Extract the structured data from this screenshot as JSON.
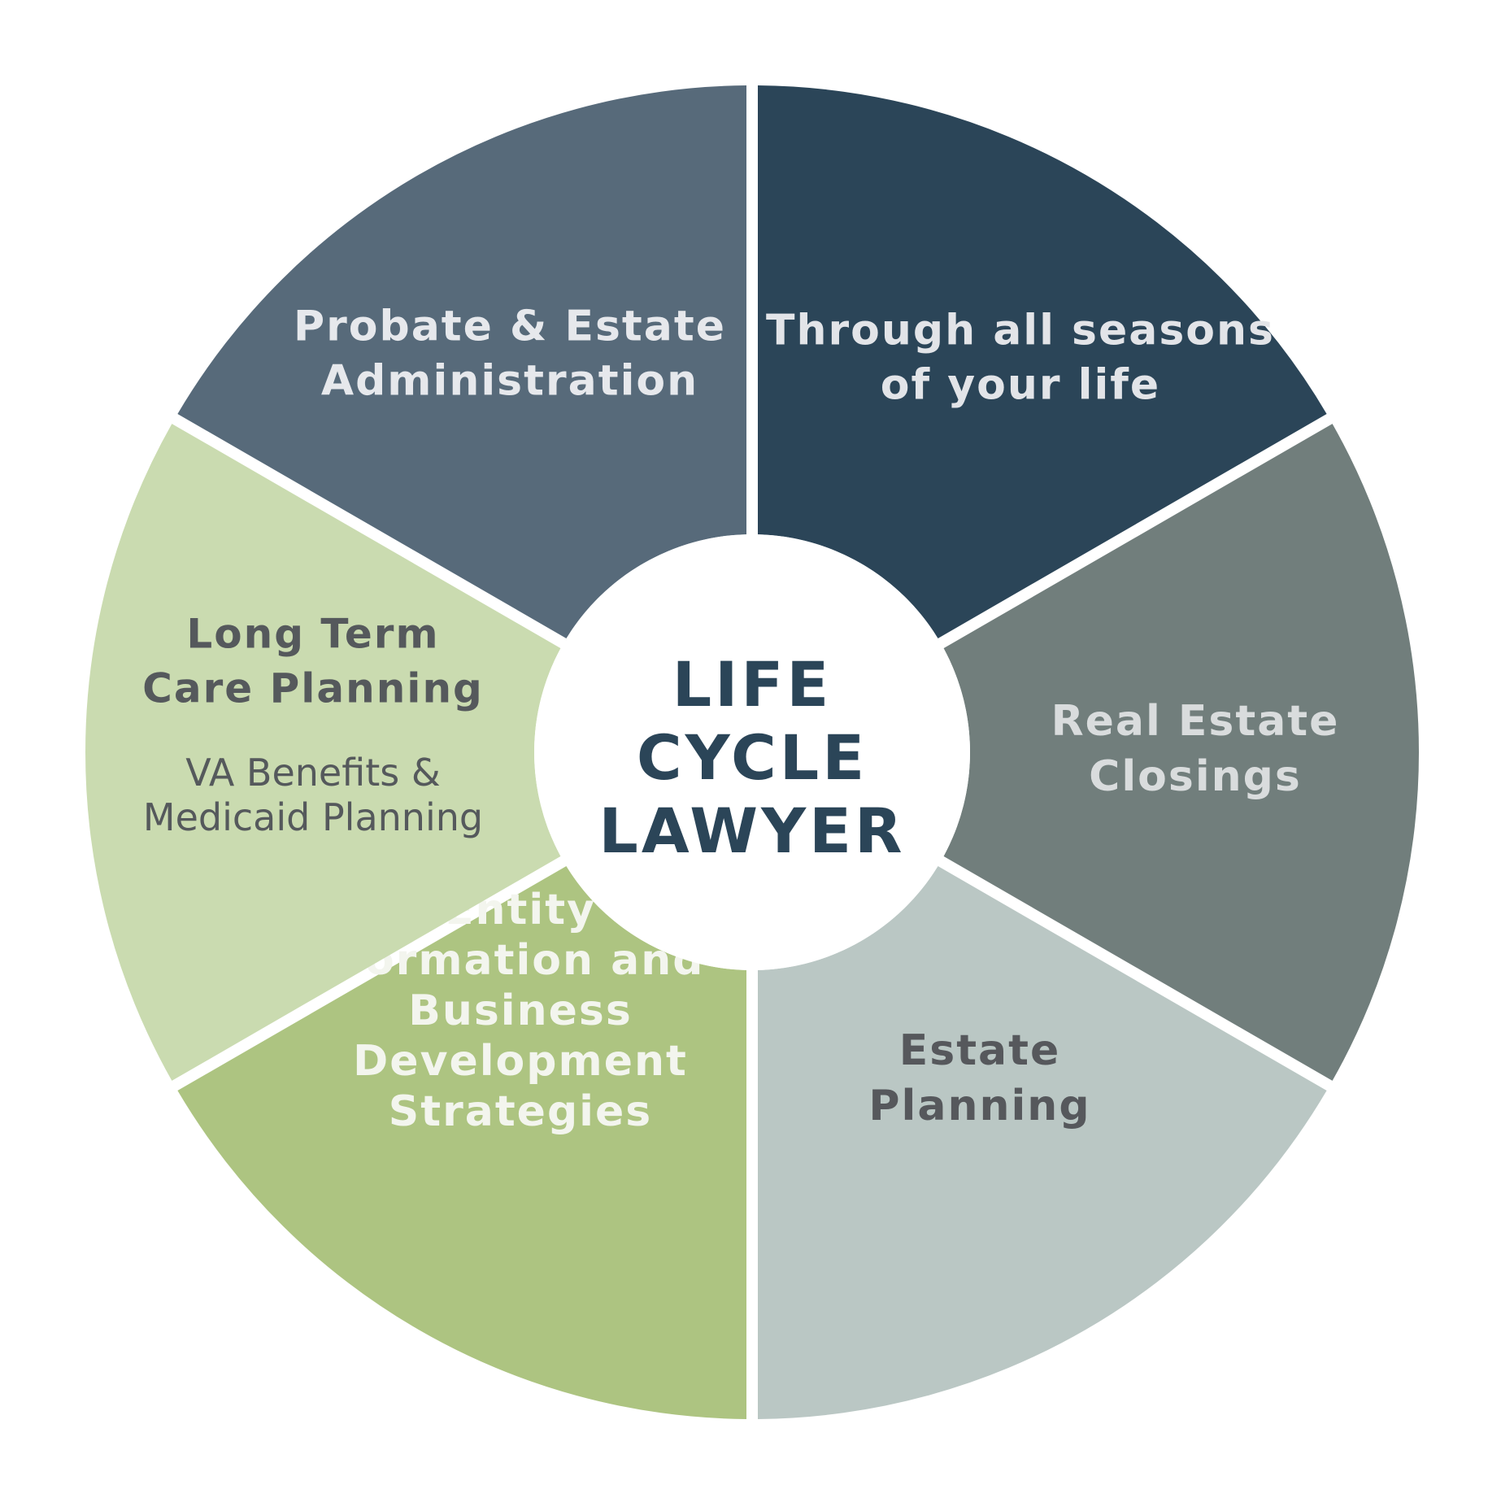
{
  "colors": {
    "background": "#ffffff",
    "hub": "#ffffff"
  },
  "center": {
    "lines": [
      "LIFE",
      "CYCLE",
      "LAWYER"
    ],
    "color": "#2b4558"
  },
  "segments": [
    {
      "id": "through-all-seasons",
      "lines": [
        "Through all seasons",
        "of your life"
      ],
      "sub_lines": [],
      "fill": "#2b4558",
      "text_color": "#e2e4e8"
    },
    {
      "id": "real-estate-closings",
      "lines": [
        "Real Estate",
        "Closings"
      ],
      "sub_lines": [],
      "fill": "#717e7c",
      "text_color": "#d9dcdd"
    },
    {
      "id": "estate-planning",
      "lines": [
        "Estate",
        "Planning"
      ],
      "sub_lines": [],
      "fill": "#bac7c4",
      "text_color": "#56585c"
    },
    {
      "id": "entity-formation",
      "lines": [
        "Entity",
        "Formation and",
        "Business",
        "Development",
        "Strategies"
      ],
      "sub_lines": [],
      "fill": "#adc481",
      "text_color": "#f3f5ee"
    },
    {
      "id": "long-term-care",
      "lines": [
        "Long Term",
        "Care Planning"
      ],
      "sub_lines": [
        "VA Benefits &",
        "Medicaid Planning"
      ],
      "fill": "#cadbb0",
      "text_color": "#55595c"
    },
    {
      "id": "probate-estate-admin",
      "lines": [
        "Probate & Estate",
        "Administration"
      ],
      "sub_lines": [],
      "fill": "#576a7a",
      "text_color": "#e6e8ec"
    }
  ]
}
